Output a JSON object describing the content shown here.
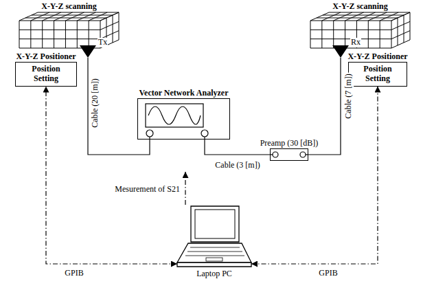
{
  "diagram": {
    "nodes": [
      {
        "text": [
          "X-Y-Z scanning"
        ]
      },
      {
        "text": [
          "Tx"
        ]
      },
      {
        "text": [
          "X-Y-Z scanning"
        ]
      },
      {
        "text": [
          "Rx"
        ]
      },
      {
        "text": [
          "X-Y-Z Positioner",
          "Position Setting"
        ]
      },
      {
        "text": [
          "X-Y-Z Positioner",
          "Position Setting"
        ]
      },
      {
        "text": [
          "Vector Network Analyzer"
        ]
      },
      {
        "text": [
          "Preamp (30 [dB])"
        ]
      },
      {
        "text": [
          "Laptop PC"
        ]
      }
    ],
    "edges": [
      {
        "from": 1,
        "to": 6,
        "arrow": "none",
        "label": "Cable (20 [m])"
      },
      {
        "from": 6,
        "to": 7,
        "arrow": "none",
        "label": "Cable (3 [m])"
      },
      {
        "from": 7,
        "to": 3,
        "arrow": "none",
        "label": "Cable (7 [m])"
      },
      {
        "from": 8,
        "to": 4,
        "arrow": "both",
        "label": "GPIB"
      },
      {
        "from": 8,
        "to": 5,
        "arrow": "both",
        "label": "GPIB"
      }
    ],
    "labels": [
      "Mesurement of S21"
    ]
  }
}
